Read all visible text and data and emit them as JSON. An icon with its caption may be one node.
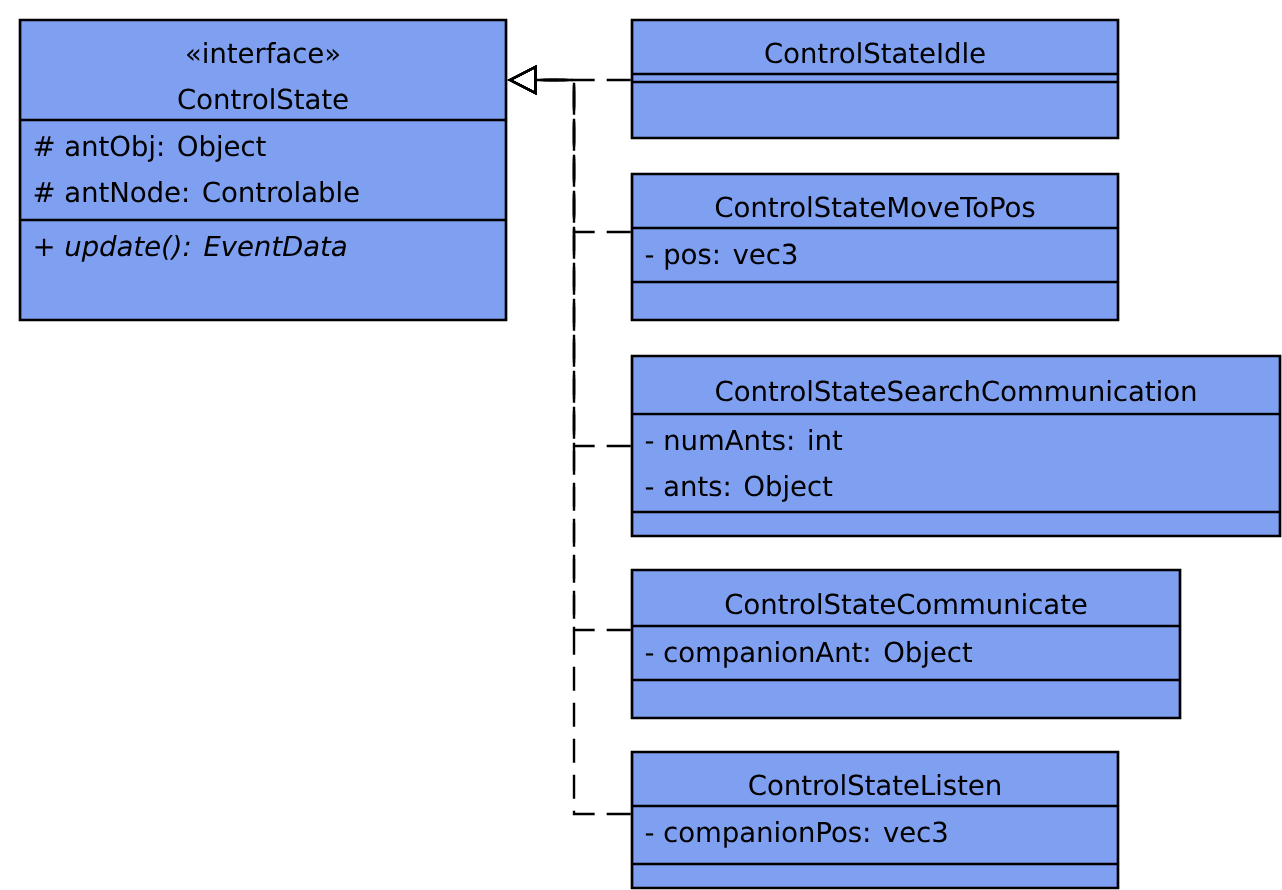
{
  "diagram": {
    "nodes": [
      {
        "text": [
          "«interface»",
          "ControlState",
          "# antObj: Object",
          "# antNode: Controlable",
          "+ update(): EventData"
        ]
      },
      {
        "text": [
          "ControlStateIdle"
        ]
      },
      {
        "text": [
          "ControlStateMoveToPos",
          "- pos: vec3"
        ]
      },
      {
        "text": [
          "ControlStateSearchCommunication",
          "- numAnts: int",
          "- ants: Object"
        ]
      },
      {
        "text": [
          "ControlStateCommunicate",
          "- companionAnt: Object"
        ]
      },
      {
        "text": [
          "ControlStateListen",
          "- companionPos: vec3"
        ]
      }
    ],
    "edges": [
      {
        "from": 1,
        "to": 0,
        "arrow": "to",
        "style": "dashed"
      },
      {
        "from": 2,
        "to": 0,
        "arrow": "to",
        "style": "dashed"
      },
      {
        "from": 3,
        "to": 0,
        "arrow": "to",
        "style": "dashed"
      },
      {
        "from": 4,
        "to": 0,
        "arrow": "to",
        "style": "dashed"
      },
      {
        "from": 5,
        "to": 0,
        "arrow": "to",
        "style": "dashed"
      }
    ]
  }
}
